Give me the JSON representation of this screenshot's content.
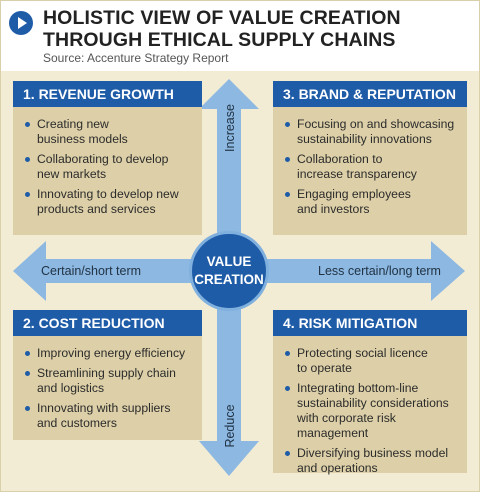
{
  "header": {
    "title_line1": "HOLISTIC VIEW OF VALUE CREATION",
    "title_line2": "THROUGH ETHICAL SUPPLY CHAINS",
    "source": "Source: Accenture Strategy Report"
  },
  "center": {
    "line1": "VALUE",
    "line2": "CREATION"
  },
  "arrows": {
    "up": "Increase",
    "down": "Reduce",
    "left": "Certain/short term",
    "right": "Less certain/long term"
  },
  "quadrants": [
    {
      "title": "1. REVENUE GROWTH",
      "items": [
        [
          "Creating new",
          "business models"
        ],
        [
          "Collaborating to develop",
          "new markets"
        ],
        [
          "Innovating to develop new",
          "products and services"
        ]
      ]
    },
    {
      "title": "3. BRAND & REPUTATION",
      "items": [
        [
          "Focusing on and showcasing",
          "sustainability innovations"
        ],
        [
          "Collaboration to",
          "increase transparency"
        ],
        [
          "Engaging employees",
          "and investors"
        ]
      ]
    },
    {
      "title": "2. COST REDUCTION",
      "items": [
        [
          "Improving energy efficiency"
        ],
        [
          "Streamlining supply chain",
          "and logistics"
        ],
        [
          "Innovating with suppliers",
          "and customers"
        ]
      ]
    },
    {
      "title": "4. RISK MITIGATION",
      "items": [
        [
          "Protecting social licence",
          "to operate"
        ],
        [
          "Integrating bottom-line",
          "sustainability considerations",
          "with corporate risk management"
        ],
        [
          "Diversifying business model",
          "and operations"
        ]
      ]
    }
  ],
  "colors": {
    "primary": "#1f5ca8",
    "arrow": "#8cb8e2",
    "panel": "#ddd0a8",
    "background": "#f3ecd4"
  }
}
